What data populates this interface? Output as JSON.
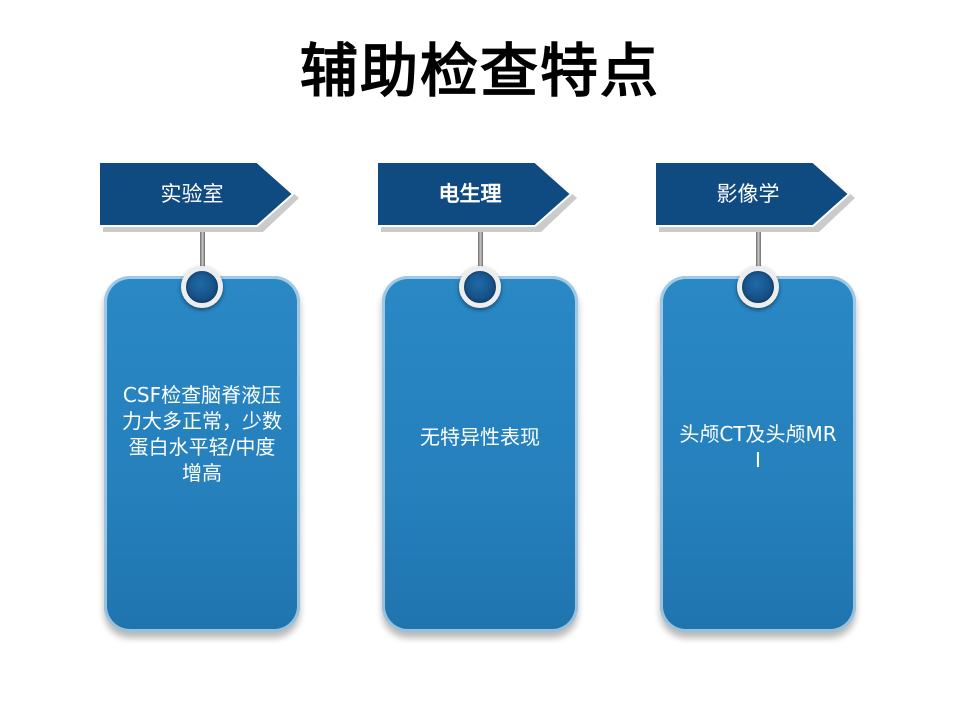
{
  "slide": {
    "title": "辅助检查特点"
  },
  "columns": [
    {
      "tag": "实验室",
      "content": "CSF检查脑脊液压力大多正常，少数蛋白水平轻/中度增高"
    },
    {
      "tag": "电生理",
      "content": "无特异性表现"
    },
    {
      "tag": "影像学",
      "content": "头颅CT及头颅MRI"
    }
  ],
  "colors": {
    "tag_fill": "#0f4a80",
    "card_fill": "#2a88c5",
    "pin_fill": "#164f84",
    "text_on_dark": "#ffffff",
    "title_text": "#000000"
  },
  "icons": {
    "tag_shape": "arrow-tag-icon",
    "connector": "pin-icon"
  }
}
